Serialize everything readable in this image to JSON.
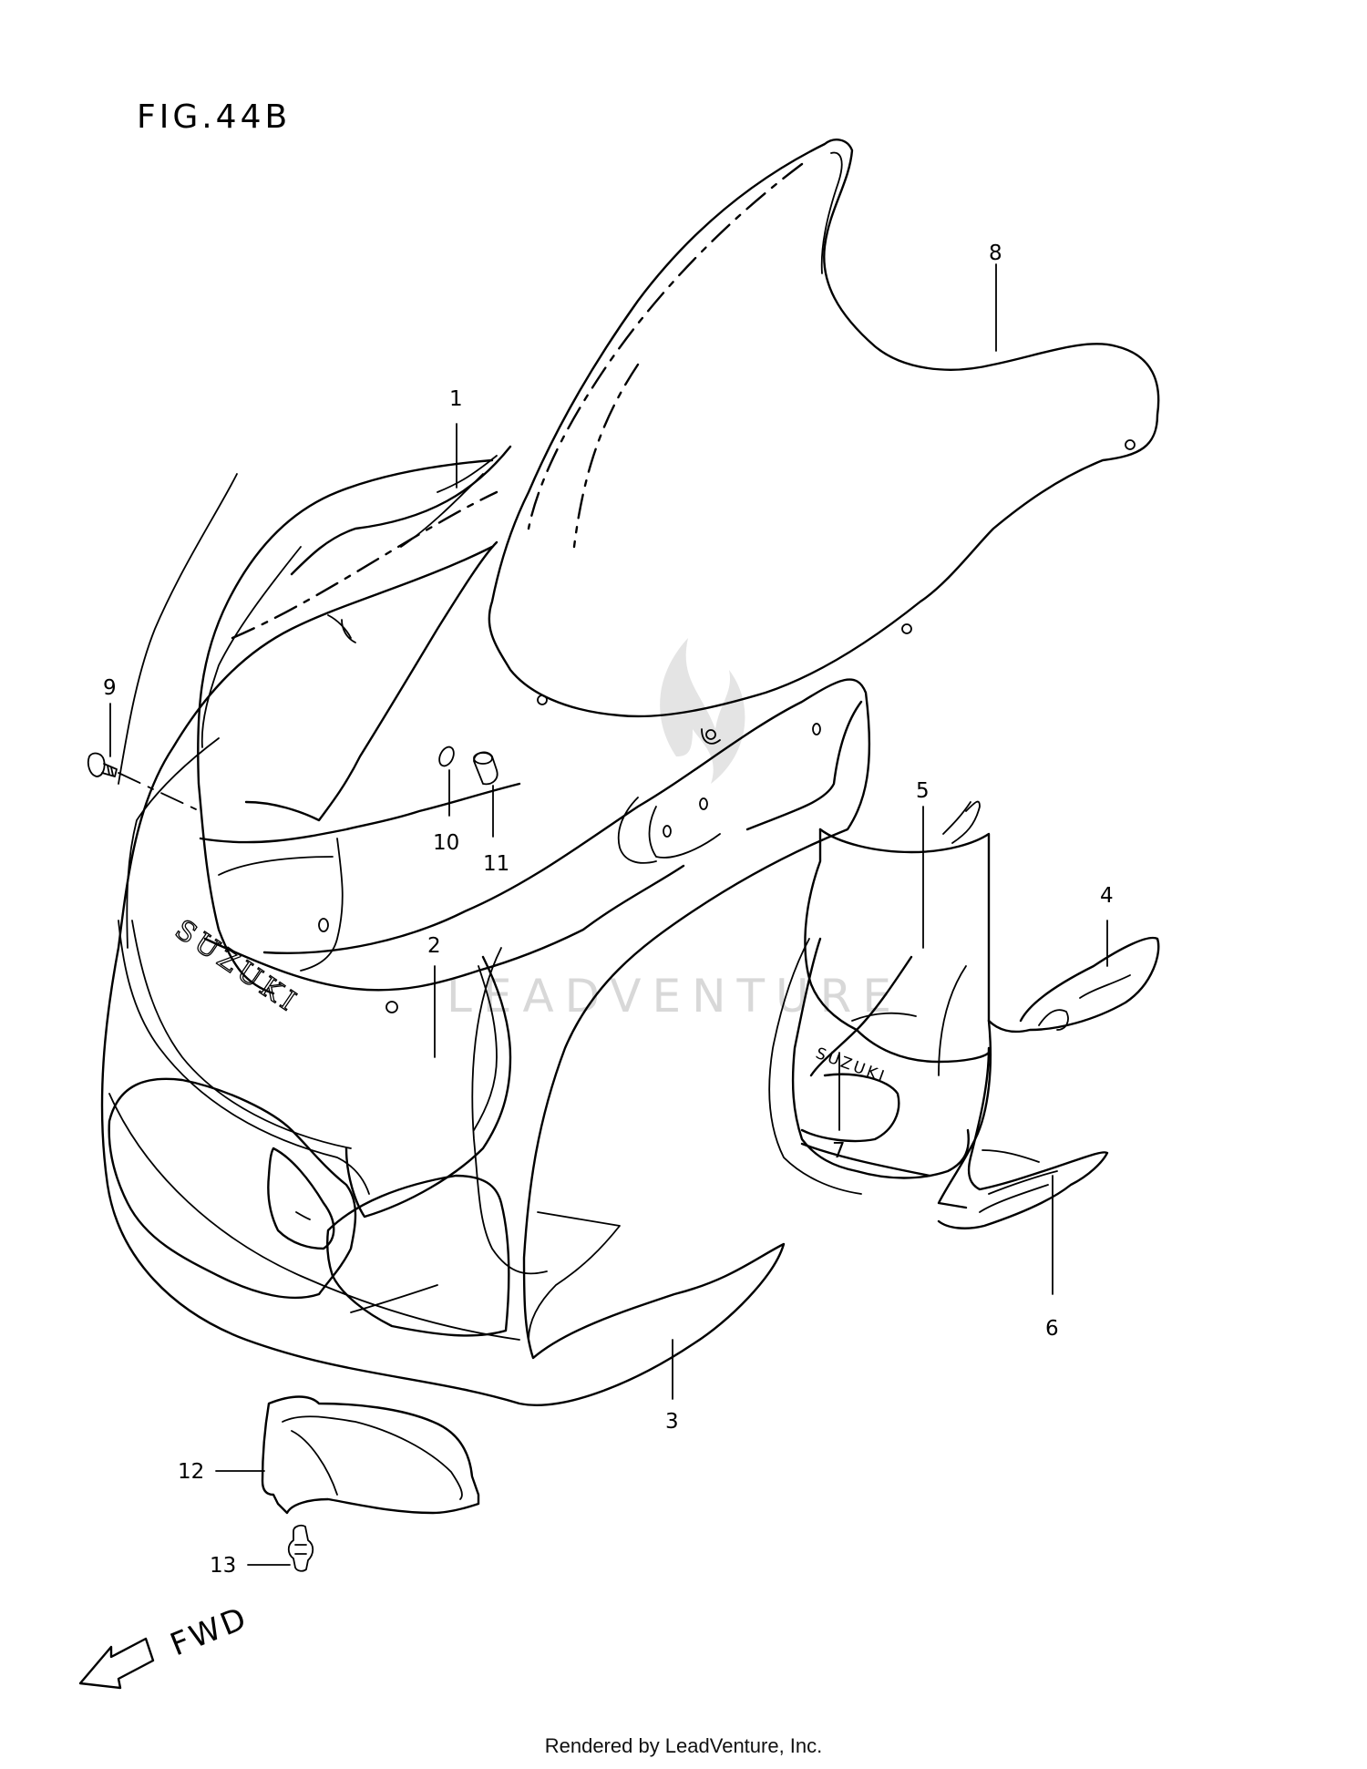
{
  "figure_title": "FIG.44B",
  "brand_text": "SUZUKI",
  "secondary_brand_text": "SUZUKI",
  "watermark": "LEADVENTURE",
  "direction_label": "FWD",
  "footer": "Rendered by LeadVenture, Inc.",
  "callouts": [
    "1",
    "2",
    "3",
    "4",
    "5",
    "6",
    "7",
    "8",
    "9",
    "10",
    "11",
    "12",
    "13"
  ]
}
